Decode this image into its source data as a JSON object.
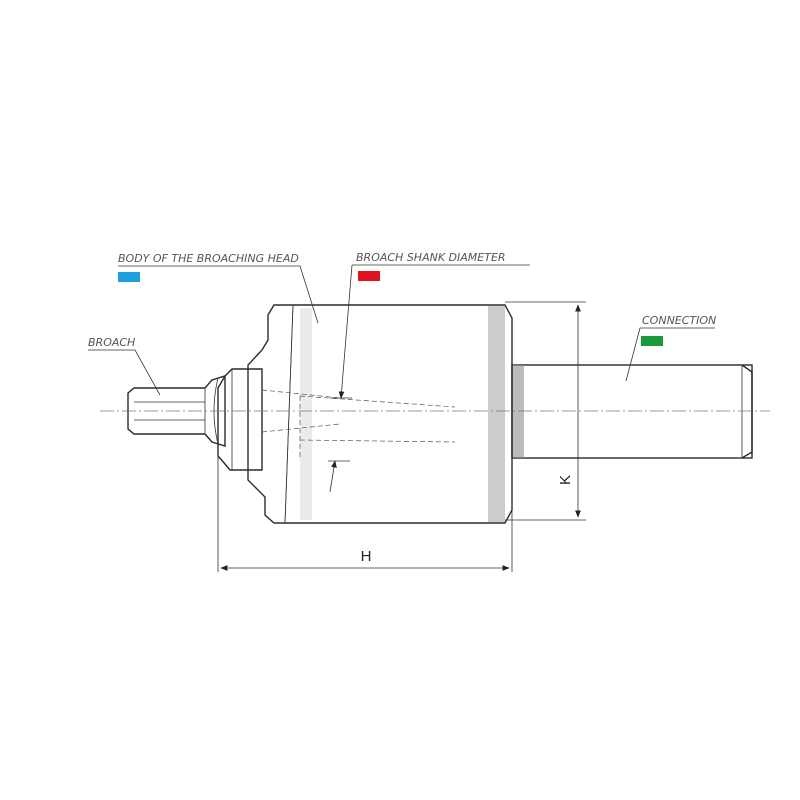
{
  "labels": {
    "body": "BODY OF THE BROACHING HEAD",
    "shank": "BROACH SHANK DIAMETER",
    "broach": "BROACH",
    "connection": "CONNECTION"
  },
  "dimensions": {
    "h": "H",
    "k": "K"
  },
  "colors": {
    "body_swatch": "#1e9fe0",
    "shank_swatch": "#e0141f",
    "connection_swatch": "#1a9a3c",
    "metal": "#b8b8b8",
    "metal_dark": "#8e8e8e",
    "metal_light": "#d2d2d2"
  }
}
